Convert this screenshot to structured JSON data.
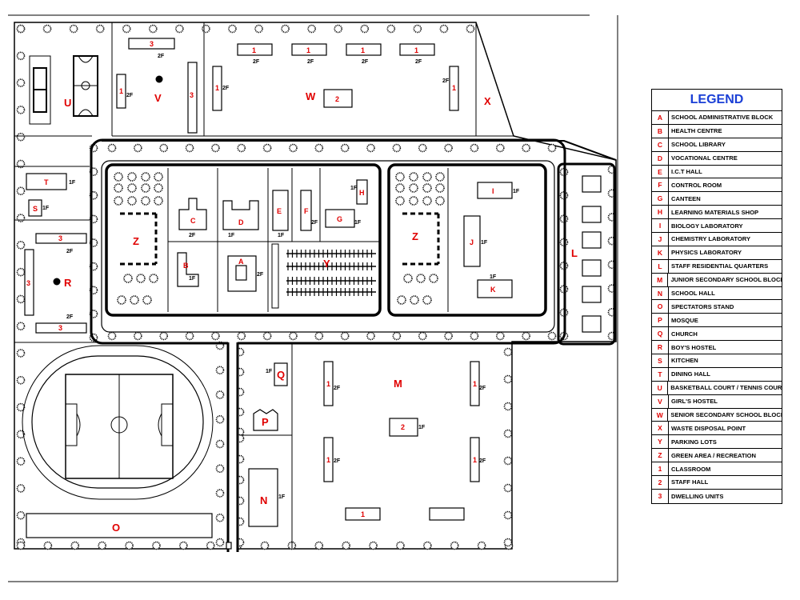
{
  "legend": {
    "title": "LEGEND",
    "items": [
      {
        "key": "A",
        "label": "SCHOOL ADMINISTRATIVE BLOCK"
      },
      {
        "key": "B",
        "label": "HEALTH CENTRE"
      },
      {
        "key": "C",
        "label": "SCHOOL LIBRARY"
      },
      {
        "key": "D",
        "label": "VOCATIONAL CENTRE"
      },
      {
        "key": "E",
        "label": "I.C.T HALL"
      },
      {
        "key": "F",
        "label": "CONTROL ROOM"
      },
      {
        "key": "G",
        "label": "CANTEEN"
      },
      {
        "key": "H",
        "label": "LEARNING MATERIALS SHOP"
      },
      {
        "key": "I",
        "label": "BIOLOGY LABORATORY"
      },
      {
        "key": "J",
        "label": "CHEMISTRY LABORATORY"
      },
      {
        "key": "K",
        "label": "PHYSICS LABORATORY"
      },
      {
        "key": "L",
        "label": "STAFF RESIDENTIAL QUARTERS"
      },
      {
        "key": "M",
        "label": "JUNIOR SECONDARY SCHOOL BLOCK"
      },
      {
        "key": "N",
        "label": "SCHOOL HALL"
      },
      {
        "key": "O",
        "label": "SPECTATORS STAND"
      },
      {
        "key": "P",
        "label": "MOSQUE"
      },
      {
        "key": "Q",
        "label": "CHURCH"
      },
      {
        "key": "R",
        "label": "BOY'S HOSTEL"
      },
      {
        "key": "S",
        "label": "KITCHEN"
      },
      {
        "key": "T",
        "label": "DINING HALL"
      },
      {
        "key": "U",
        "label": "BASKETBALL COURT / TENNIS COURT"
      },
      {
        "key": "V",
        "label": "GIRL'S HOSTEL"
      },
      {
        "key": "W",
        "label": "SENIOR SECONDARY SCHOOL BLOCK"
      },
      {
        "key": "X",
        "label": "WASTE DISPOSAL POINT"
      },
      {
        "key": "Y",
        "label": "PARKING LOTS"
      },
      {
        "key": "Z",
        "label": "GREEN AREA / RECREATION"
      },
      {
        "key": "1",
        "label": "CLASSROOM"
      },
      {
        "key": "2",
        "label": "STAFF HALL"
      },
      {
        "key": "3",
        "label": "DWELLING UNITS"
      }
    ]
  },
  "map": {
    "zones": {
      "U": "U",
      "V": "V",
      "W": "W",
      "X": "X",
      "T": "T",
      "S": "S",
      "R": "R",
      "Z": "Z",
      "L": "L",
      "M": "M",
      "N": "N",
      "O": "O",
      "P": "P",
      "Q": "Q",
      "Y": "Y"
    },
    "buildings": {
      "A": "A",
      "B": "B",
      "C": "C",
      "D": "D",
      "E": "E",
      "F": "F",
      "G": "G",
      "H": "H",
      "I": "I",
      "J": "J",
      "K": "K"
    },
    "type_labels": {
      "classroom": "1",
      "staff_hall": "2",
      "dwelling": "3"
    },
    "floors": {
      "one": "1F",
      "two": "2F"
    }
  }
}
